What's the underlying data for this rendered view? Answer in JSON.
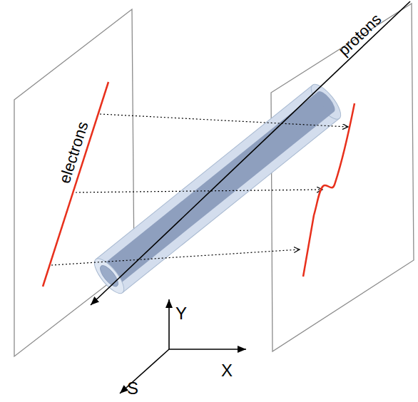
{
  "diagram": {
    "labels": [
      "electrons",
      "protons",
      "Y",
      "X",
      "S"
    ]
  }
}
